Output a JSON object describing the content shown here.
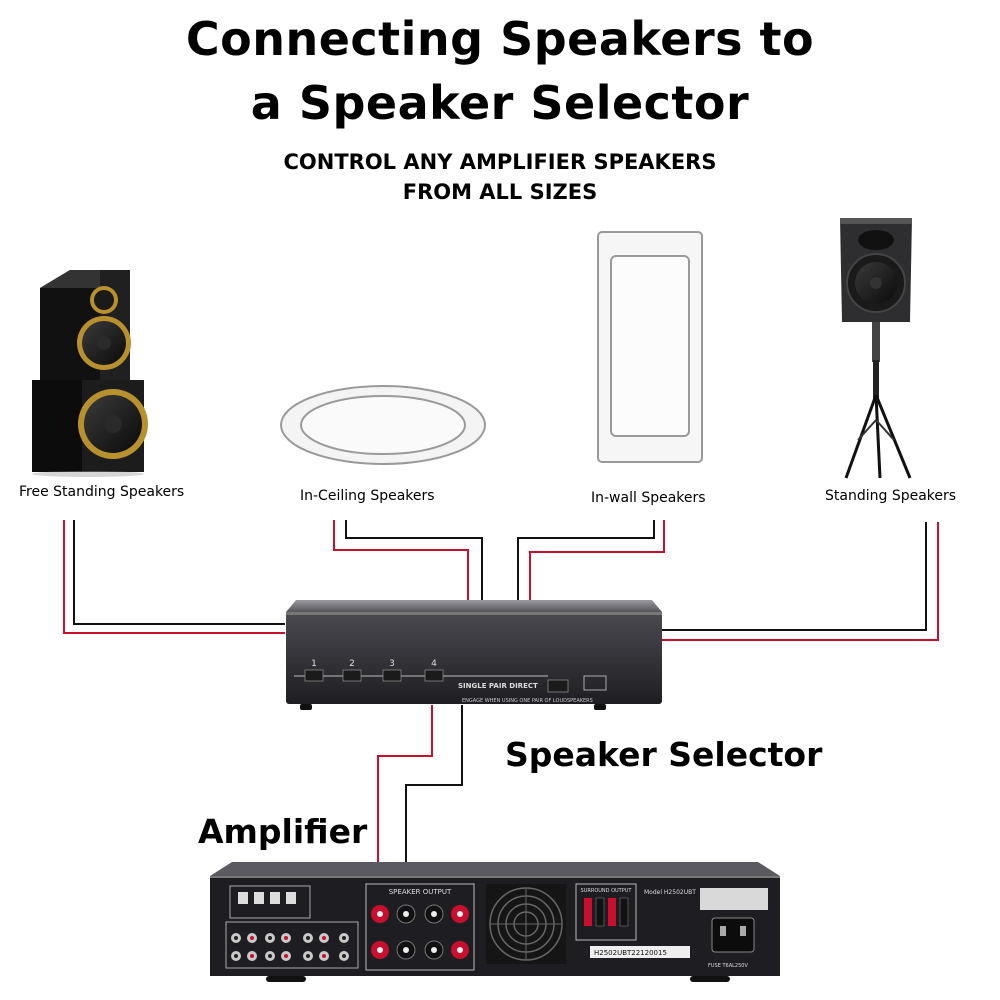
{
  "title": {
    "line1": "Connecting Speakers to",
    "line2": "a Speaker Selector"
  },
  "subtitle": {
    "line1": "CONTROL ANY AMPLIFIER SPEAKERS",
    "line2": "FROM ALL SIZES"
  },
  "speakers": [
    {
      "label": "Free Standing Speakers"
    },
    {
      "label": "In-Ceiling Speakers"
    },
    {
      "label": "In-wall Speakers"
    },
    {
      "label": "Standing Speakers"
    }
  ],
  "selector": {
    "label": "Speaker Selector",
    "buttons": [
      "1",
      "2",
      "3",
      "4"
    ],
    "panel_text": "SINGLE PAIR DIRECT",
    "panel_subtext": "ENGAGE WHEN USING ONE PAIR OF LOUDSPEAKERS"
  },
  "amplifier": {
    "label": "Amplifier",
    "speaker_output_label": "SPEAKER OUTPUT",
    "surround_label": "SURROUND OUTPUT",
    "model": "Model H2502UBT",
    "serial": "H2502UBT22120015",
    "fuse": "FUSE T6AL250V"
  },
  "colors": {
    "wire_red": "#c8102e",
    "wire_black": "#111111",
    "device_dark": "#2b2b2f",
    "gold": "#b8902e"
  }
}
